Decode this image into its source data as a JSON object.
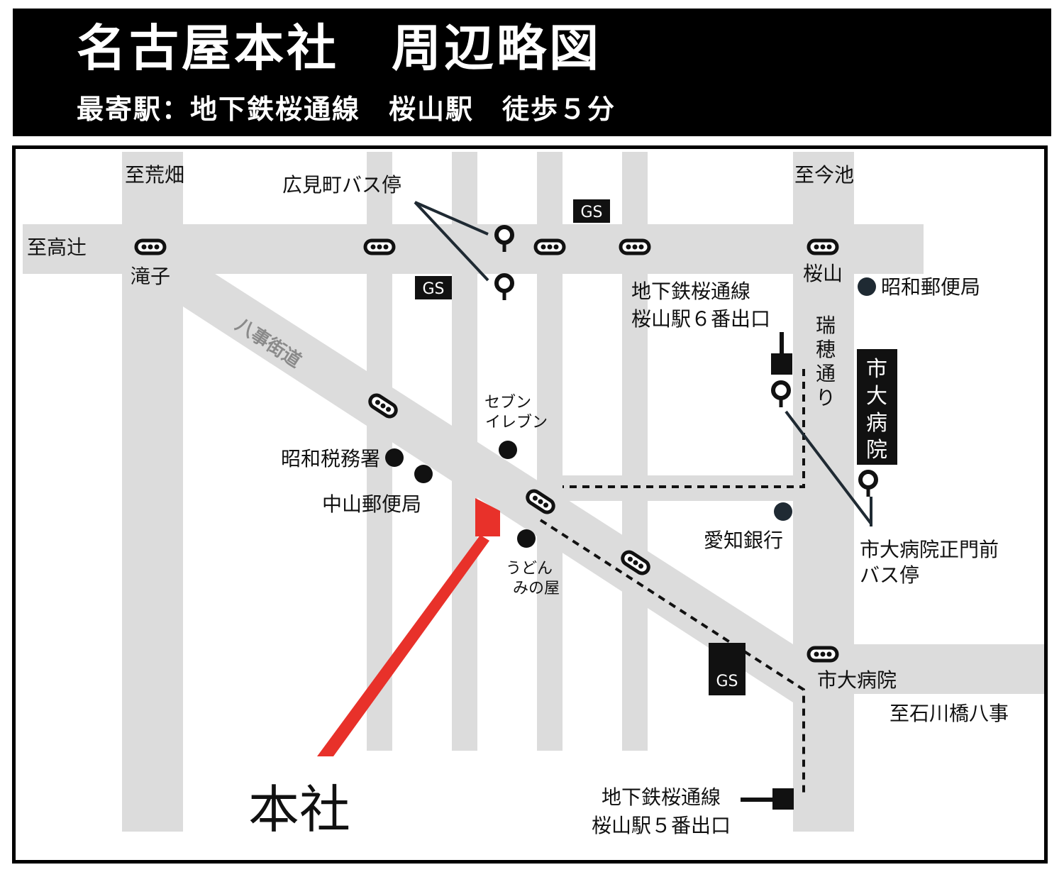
{
  "header": {
    "title": "名古屋本社　周辺略図",
    "subtitle": "最寄駅：地下鉄桜通線　桜山駅　徒歩５分"
  },
  "colors": {
    "road": "#dcdcdc",
    "ink": "#111111",
    "accent": "#e8312a",
    "dark_line": "#1f2a33"
  },
  "directions": {
    "arahata": "至荒畑",
    "imaike": "至今池",
    "takatsuji": "至高辻",
    "ishikawabashi": "至石川橋八事"
  },
  "streets": {
    "hachiji_kaido": "八事街道",
    "mizuho_dori": [
      "瑞",
      "穂",
      "通",
      "り"
    ]
  },
  "intersections": {
    "takiko": "滝子",
    "sakurayama": "桜山",
    "shidai_byoin": "市大病院"
  },
  "bus_stops": {
    "hirome": "広見町バス停",
    "shidai_label": [
      "市",
      "大",
      "病",
      "院"
    ],
    "shidai_seimon": [
      "市大病院正門前",
      "バス停"
    ]
  },
  "stations": {
    "exit6": [
      "地下鉄桜通線",
      "桜山駅６番出口"
    ],
    "exit5": [
      "地下鉄桜通線",
      "桜山駅５番出口"
    ]
  },
  "landmarks": {
    "seven_eleven": [
      "セブン",
      "イレブン"
    ],
    "showa_tax": "昭和税務署",
    "nakayama_post": "中山郵便局",
    "udon": [
      "うどん",
      "みの屋"
    ],
    "aichi_bank": "愛知銀行",
    "showa_post": "昭和郵便局"
  },
  "gas_station": "GS",
  "headquarters": "本社"
}
